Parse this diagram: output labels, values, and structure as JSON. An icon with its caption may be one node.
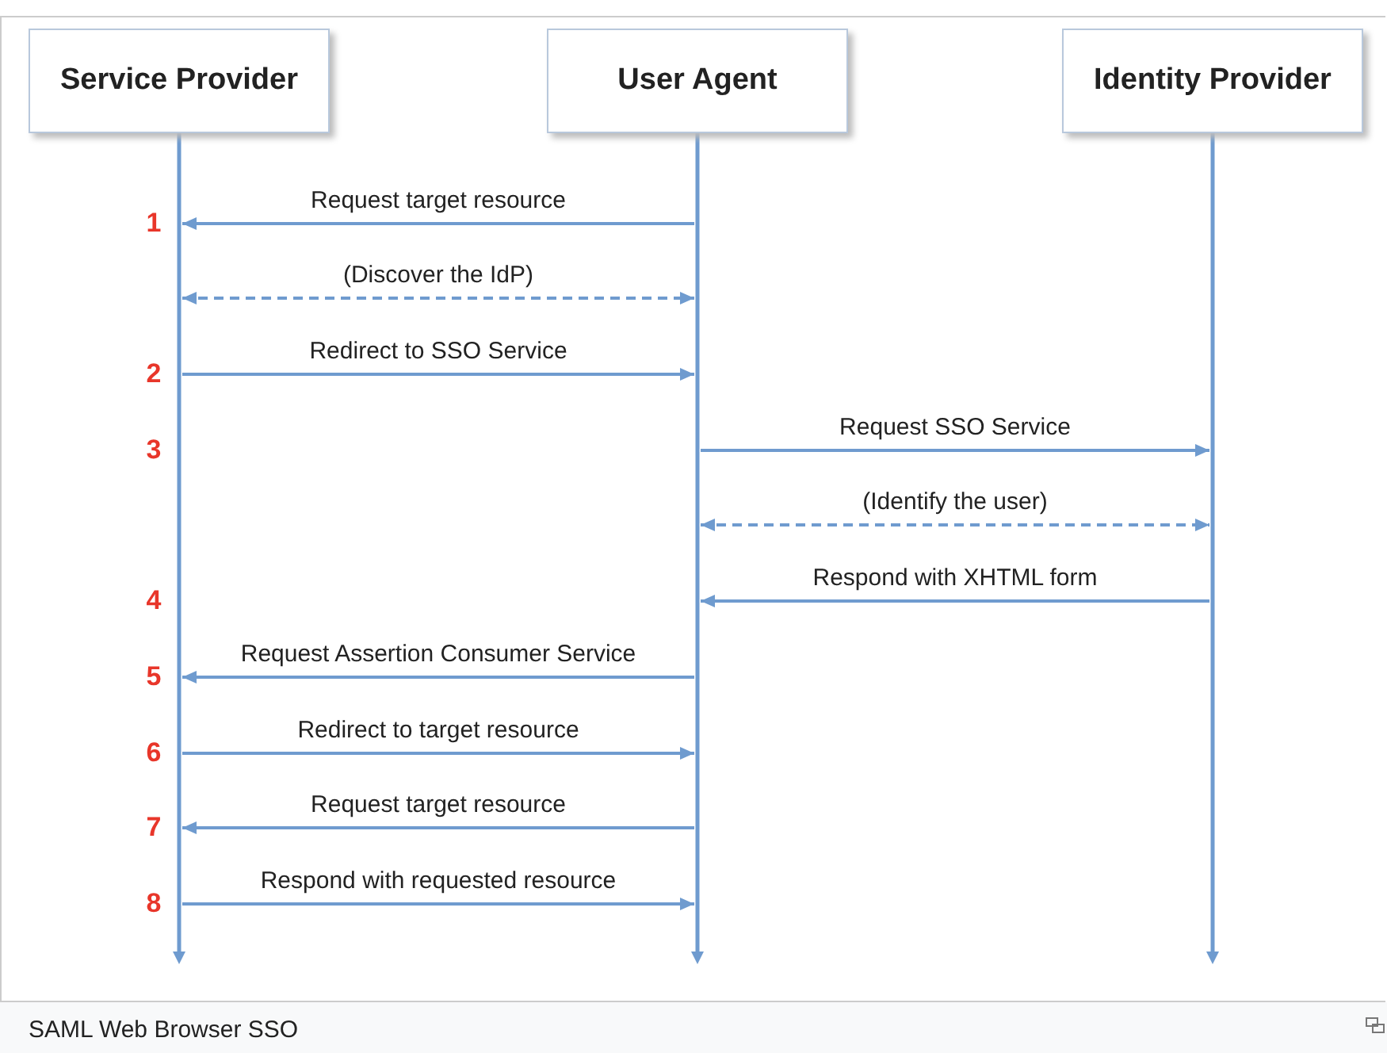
{
  "diagram": {
    "caption": "SAML Web Browser SSO",
    "nodes": [
      {
        "text": [
          "Service Provider"
        ]
      },
      {
        "text": [
          "User Agent"
        ]
      },
      {
        "text": [
          "Identity Provider"
        ]
      }
    ],
    "edges": [
      {
        "from": 1,
        "to": 0,
        "arrow": "to",
        "label": "Request target resource"
      },
      {
        "from": 0,
        "to": 1,
        "arrow": "both",
        "style": "dashed",
        "label": "(Discover the IdP)"
      },
      {
        "from": 0,
        "to": 1,
        "arrow": "to",
        "label": "Redirect to SSO Service"
      },
      {
        "from": 1,
        "to": 2,
        "arrow": "to",
        "label": "Request SSO Service"
      },
      {
        "from": 1,
        "to": 2,
        "arrow": "both",
        "style": "dashed",
        "label": "(Identify the user)"
      },
      {
        "from": 2,
        "to": 1,
        "arrow": "to",
        "label": "Respond with XHTML form"
      },
      {
        "from": 1,
        "to": 0,
        "arrow": "to",
        "label": "Request Assertion Consumer Service"
      },
      {
        "from": 0,
        "to": 1,
        "arrow": "to",
        "label": "Redirect to target resource"
      },
      {
        "from": 1,
        "to": 0,
        "arrow": "to",
        "label": "Request target resource"
      },
      {
        "from": 0,
        "to": 1,
        "arrow": "to",
        "label": "Respond with requested resource"
      }
    ],
    "labels": [
      "1",
      "2",
      "3",
      "4",
      "5",
      "6",
      "7",
      "8"
    ]
  }
}
